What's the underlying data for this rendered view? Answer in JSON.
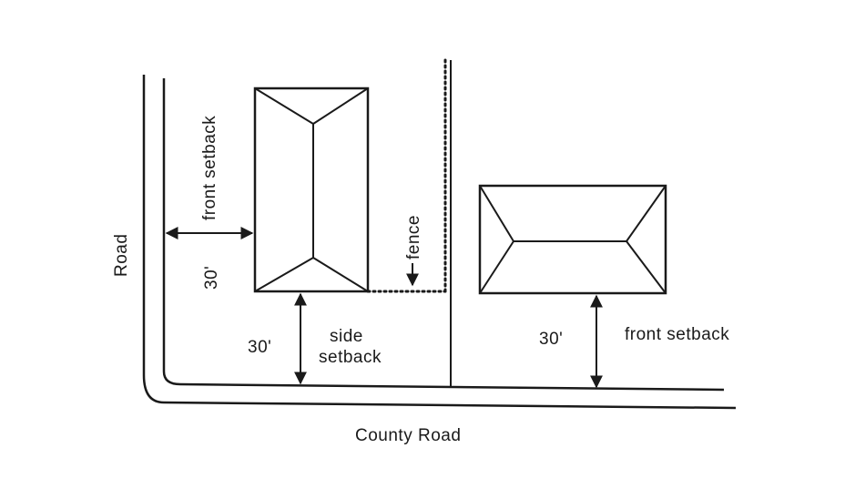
{
  "labels": {
    "road": "Road",
    "county_road": "County Road",
    "front_setback_left": "front setback",
    "dist_front_left": "30'",
    "fence": "fence",
    "dist_side": "30'",
    "side_setback_line1": "side",
    "side_setback_line2": "setback",
    "dist_front_right": "30'",
    "front_setback_right": "front setback"
  }
}
